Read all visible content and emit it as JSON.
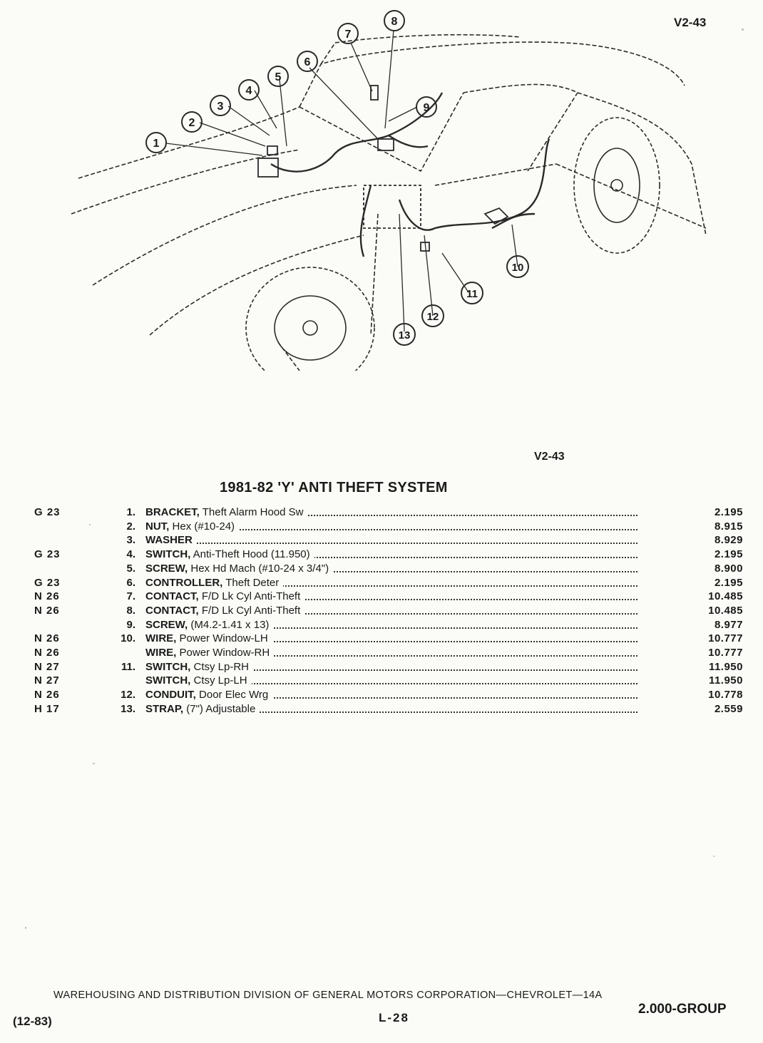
{
  "header": {
    "top_code": "V2-43",
    "mid_code": "V2-43"
  },
  "title": "1981-82 'Y' ANTI THEFT SYSTEM",
  "callouts": [
    "1",
    "2",
    "3",
    "4",
    "5",
    "6",
    "7",
    "8",
    "9",
    "10",
    "11",
    "12",
    "13"
  ],
  "parts": [
    {
      "group": "G 23",
      "num": "1.",
      "name": "BRACKET,",
      "desc": "Theft Alarm Hood Sw",
      "part": "2.195"
    },
    {
      "group": "",
      "num": "2.",
      "name": "NUT,",
      "desc": "Hex (#10-24)",
      "part": "8.915"
    },
    {
      "group": "",
      "num": "3.",
      "name": "WASHER",
      "desc": "",
      "part": "8.929"
    },
    {
      "group": "G 23",
      "num": "4.",
      "name": "SWITCH,",
      "desc": "Anti-Theft Hood (11.950)",
      "part": "2.195"
    },
    {
      "group": "",
      "num": "5.",
      "name": "SCREW,",
      "desc": "Hex Hd Mach (#10-24 x 3/4\")",
      "part": "8.900"
    },
    {
      "group": "G 23",
      "num": "6.",
      "name": "CONTROLLER,",
      "desc": "Theft Deter",
      "part": "2.195"
    },
    {
      "group": "N 26",
      "num": "7.",
      "name": "CONTACT,",
      "desc": "F/D Lk Cyl Anti-Theft",
      "part": "10.485"
    },
    {
      "group": "N 26",
      "num": "8.",
      "name": "CONTACT,",
      "desc": "F/D Lk Cyl Anti-Theft",
      "part": "10.485"
    },
    {
      "group": "",
      "num": "9.",
      "name": "SCREW,",
      "desc": "(M4.2-1.41 x 13)",
      "part": "8.977"
    },
    {
      "group": "N 26",
      "num": "10.",
      "name": "WIRE,",
      "desc": "Power Window-LH",
      "part": "10.777"
    },
    {
      "group": "N 26",
      "num": "",
      "name": "WIRE,",
      "desc": "Power Window-RH",
      "part": "10.777"
    },
    {
      "group": "N 27",
      "num": "11.",
      "name": "SWITCH,",
      "desc": "Ctsy Lp-RH",
      "part": "11.950"
    },
    {
      "group": "N 27",
      "num": "",
      "name": "SWITCH,",
      "desc": "Ctsy Lp-LH",
      "part": "11.950"
    },
    {
      "group": "N 26",
      "num": "12.",
      "name": "CONDUIT,",
      "desc": "Door Elec Wrg",
      "part": "10.778"
    },
    {
      "group": "H 17",
      "num": "13.",
      "name": "STRAP,",
      "desc": "(7\") Adjustable",
      "part": "2.559"
    }
  ],
  "footer": {
    "main": "WAREHOUSING AND DISTRIBUTION DIVISION OF GENERAL MOTORS CORPORATION—CHEVROLET—14A",
    "date": "(12-83)",
    "page": "L-28",
    "group": "2.000-GROUP"
  }
}
